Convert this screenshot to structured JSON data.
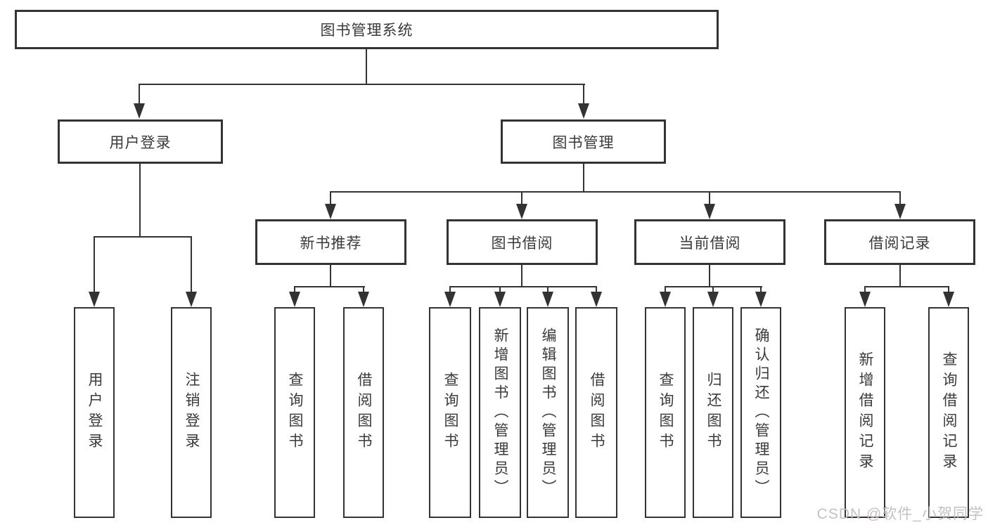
{
  "diagram": {
    "root": {
      "label": "图书管理系统"
    },
    "level2": [
      {
        "label": "用户登录"
      },
      {
        "label": "图书管理"
      }
    ],
    "level3": [
      {
        "label": "新书推荐"
      },
      {
        "label": "图书借阅"
      },
      {
        "label": "当前借阅"
      },
      {
        "label": "借阅记录"
      }
    ],
    "leaves": {
      "user_login": [
        {
          "label": "用户登录"
        },
        {
          "label": "注销登录"
        }
      ],
      "new_book_recommendation": [
        {
          "label": "查询图书"
        },
        {
          "label": "借阅图书"
        }
      ],
      "book_borrowing": [
        {
          "label": "查询图书"
        },
        {
          "label": "新增图书（管理员）"
        },
        {
          "label": "编辑图书（管理员）"
        },
        {
          "label": "借阅图书"
        }
      ],
      "current_borrowing": [
        {
          "label": "查询图书"
        },
        {
          "label": "归还图书"
        },
        {
          "label": "确认归还（管理员）"
        }
      ],
      "borrowing_records": [
        {
          "label": "新增借阅记录"
        },
        {
          "label": "查询借阅记录"
        }
      ]
    }
  },
  "watermark": {
    "text": "CSDN @软件_小贺同学"
  },
  "colors": {
    "line": "#333333",
    "box_border": "#333333",
    "background": "#ffffff",
    "watermark_text": "#c6bcbe"
  }
}
